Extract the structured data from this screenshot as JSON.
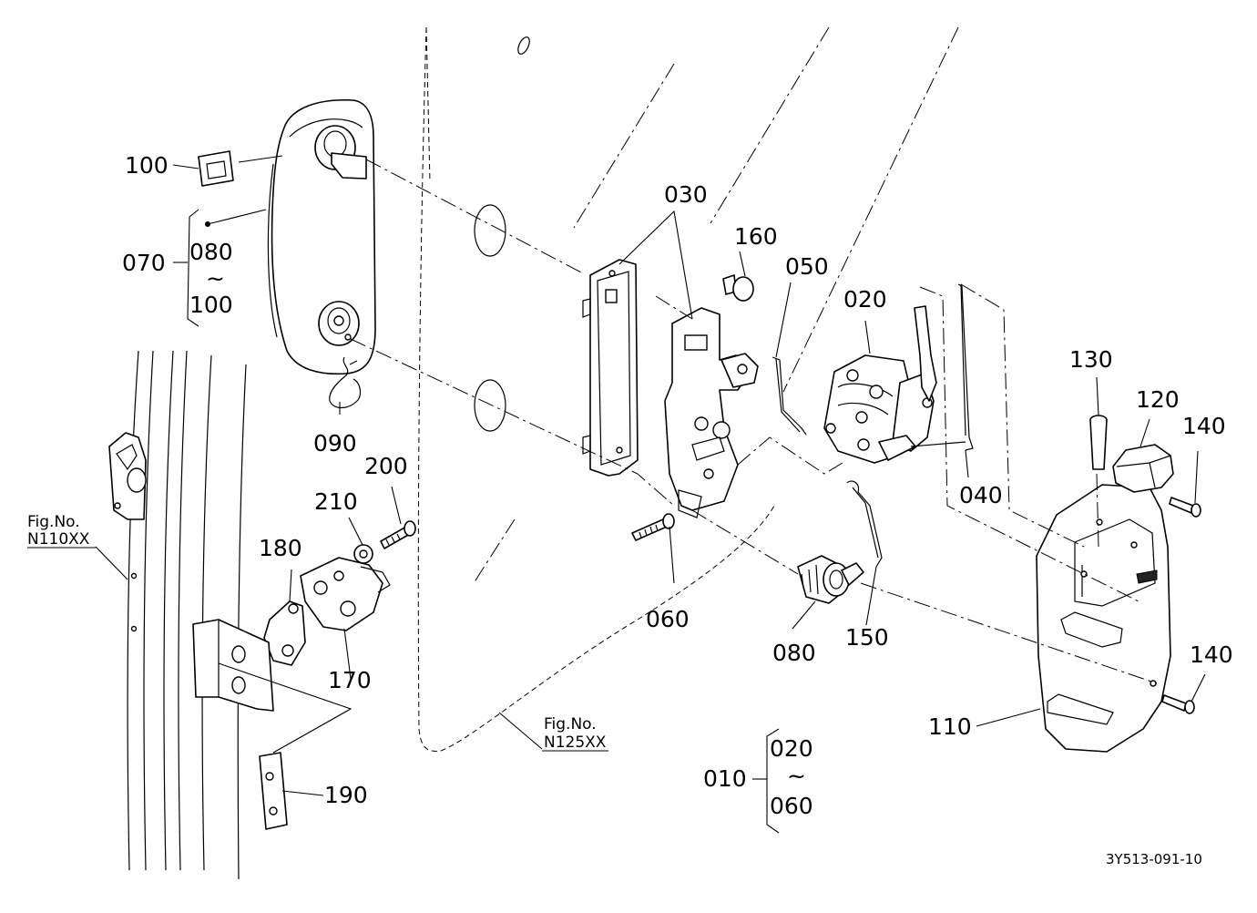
{
  "parts": {
    "p010": "010",
    "p020": "020",
    "p030": "030",
    "p040": "040",
    "p050": "050",
    "p060": "060",
    "p070": "070",
    "p080": "080",
    "p090": "090",
    "p100": "100",
    "p110": "110",
    "p120": "120",
    "p130": "130",
    "p140": "140",
    "p150": "150",
    "p160": "160",
    "p170": "170",
    "p180": "180",
    "p190": "190",
    "p200": "200",
    "p210": "210"
  },
  "ranges": {
    "r070_from": "080",
    "r070_tilde": "~",
    "r070_to": "100",
    "r010_from": "020",
    "r010_tilde": "~",
    "r010_to": "060"
  },
  "figure_refs": {
    "fig_a_line1": "Fig.No.",
    "fig_a_line2": "N110XX",
    "fig_b_line1": "Fig.No.",
    "fig_b_line2": "N125XX"
  },
  "drawing_code": "3Y513-091-10"
}
